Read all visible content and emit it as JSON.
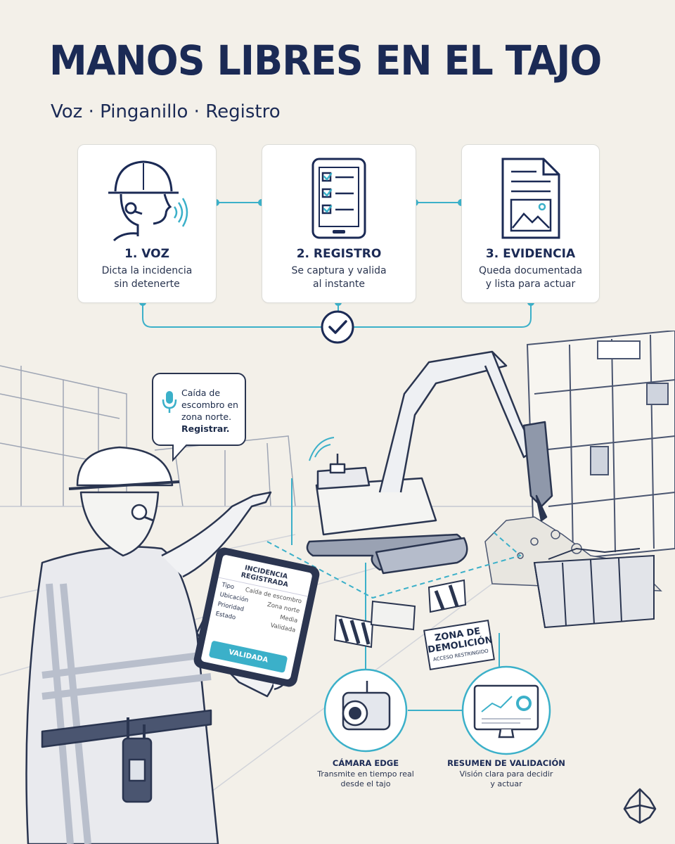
{
  "header": {
    "title": "MANOS LIBRES EN EL TAJO",
    "subtitle": "Voz · Pinganillo · Registro"
  },
  "steps": [
    {
      "title": "1. VOZ",
      "desc_line1": "Dicta la incidencia",
      "desc_line2": "sin detenerte",
      "icon": "worker-headset-icon"
    },
    {
      "title": "2. REGISTRO",
      "desc_line1": "Se captura y valida",
      "desc_line2": "al instante",
      "icon": "tablet-checklist-icon"
    },
    {
      "title": "3. EVIDENCIA",
      "desc_line1": "Queda documentada",
      "desc_line2": "y lista para actuar",
      "icon": "document-image-icon"
    }
  ],
  "flow_icon": "check-circle-icon",
  "speech_bubble": {
    "line1": "Caída de",
    "line2": "escombro en",
    "line3": "zona norte.",
    "line4": "Registrar.",
    "icon": "microphone-icon"
  },
  "tablet": {
    "header": "INCIDENCIA REGISTRADA",
    "rows": [
      {
        "label": "Tipo",
        "value": "Caída de escombro"
      },
      {
        "label": "Ubicación",
        "value": "Zona norte"
      },
      {
        "label": "Prioridad",
        "value": "Media"
      },
      {
        "label": "Estado",
        "value": "Validada"
      }
    ],
    "button": "VALIDADA"
  },
  "sign": {
    "line1": "ZONA DE",
    "line2": "DEMOLICIÓN",
    "line3": "ACCESO RESTRINGIDO"
  },
  "edge_camera": {
    "title": "CÁMARA EDGE",
    "desc_line1": "Transmite en tiempo real",
    "desc_line2": "desde el tajo",
    "icon": "camera-icon"
  },
  "validation_summary": {
    "title": "RESUMEN DE VALIDACIÓN",
    "desc_line1": "Visión clara para decidir",
    "desc_line2": "y actuar",
    "icon": "monitor-dashboard-icon"
  },
  "brand_icon": "logo-mark-icon",
  "colors": {
    "navy": "#1b2a55",
    "accent": "#3bb0c9",
    "background": "#f3f0e9"
  }
}
